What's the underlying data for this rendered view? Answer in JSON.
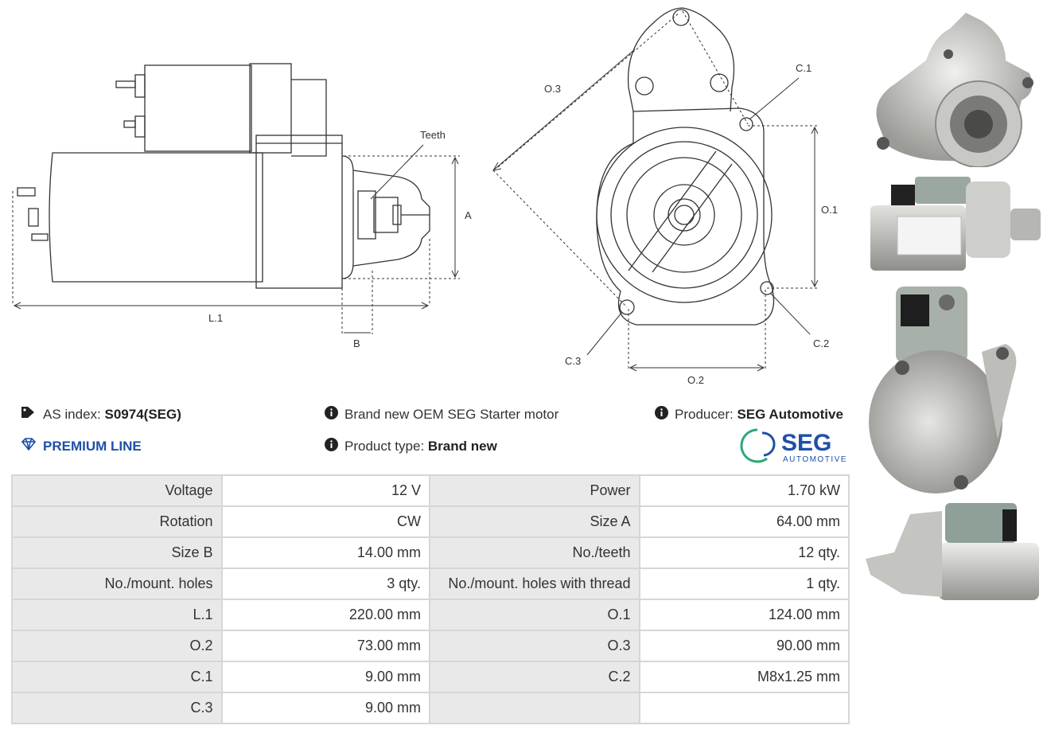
{
  "diagram": {
    "labels": {
      "teeth": "Teeth",
      "a": "A",
      "l1": "L.1",
      "b": "B",
      "o3": "O.3",
      "c1": "C.1",
      "o1": "O.1",
      "c2": "C.2",
      "c3": "C.3",
      "o2": "O.2"
    }
  },
  "info": {
    "as_index_label": "AS index:",
    "as_index_value": "S0974(SEG)",
    "description": "Brand new OEM SEG Starter motor",
    "producer_label": "Producer:",
    "producer_value": "SEG Automotive",
    "premium": "PREMIUM LINE",
    "product_type_label": "Product type:",
    "product_type_value": "Brand new"
  },
  "logo": {
    "name": "SEG",
    "sub": "AUTOMOTIVE"
  },
  "specs": [
    [
      "Voltage",
      "12 V",
      "Power",
      "1.70 kW"
    ],
    [
      "Rotation",
      "CW",
      "Size A",
      "64.00 mm"
    ],
    [
      "Size B",
      "14.00 mm",
      "No./teeth",
      "12 qty."
    ],
    [
      "No./mount. holes",
      "3 qty.",
      "No./mount. holes with thread",
      "1 qty."
    ],
    [
      "L.1",
      "220.00 mm",
      "O.1",
      "124.00 mm"
    ],
    [
      "O.2",
      "73.00 mm",
      "O.3",
      "90.00 mm"
    ],
    [
      "C.1",
      "9.00 mm",
      "C.2",
      "M8x1.25 mm"
    ],
    [
      "C.3",
      "9.00 mm",
      "",
      ""
    ]
  ],
  "colors": {
    "accent": "#1f4fa8",
    "logo_green": "#2aa876",
    "table_label_bg": "#e9e9e9",
    "table_border": "#d6d6d6"
  },
  "icons": [
    "tag-icon",
    "info-icon",
    "diamond-icon"
  ]
}
